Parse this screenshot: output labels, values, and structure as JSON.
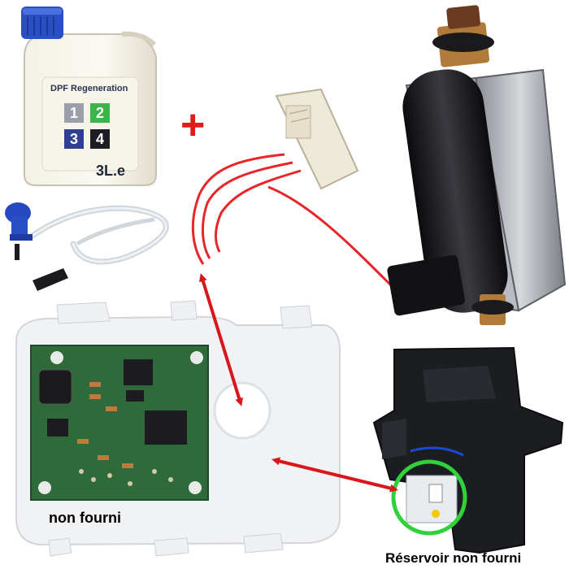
{
  "bottle": {
    "label_title": "DPF Regeneration",
    "tiles": [
      "1",
      "2",
      "3",
      "4"
    ],
    "volume": "3L.e",
    "cap_color": "#2a4fc4",
    "tile_colors": [
      "#9a9fa8",
      "#3cb44a",
      "#2e3f95",
      "#1e1e22"
    ]
  },
  "plus_sign": "+",
  "captions": {
    "left": "non fourni",
    "right": "Réservoir non fourni"
  },
  "colors": {
    "arrow": "#d8161c",
    "wire": "#e8262a",
    "highlight_circle": "#2fd23a",
    "pcb": "#2f6b3a"
  },
  "icons": [
    "bottle",
    "filler-tube",
    "pump-solenoid",
    "connector",
    "pcb-module",
    "tank-module",
    "double-arrow",
    "highlight-circle"
  ]
}
